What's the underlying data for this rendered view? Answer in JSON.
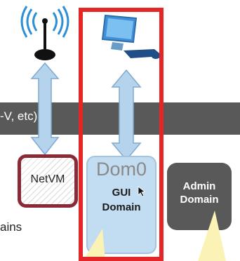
{
  "chart_data": {
    "type": "diagram",
    "nodes": [
      {
        "id": "hypervisor-bar",
        "text": "-V, etc)"
      },
      {
        "id": "netvm",
        "text": "NetVM"
      },
      {
        "id": "dom0",
        "title": "Dom0",
        "lines": [
          "GUI",
          "Domain"
        ]
      },
      {
        "id": "admin-domain",
        "lines": [
          "Admin",
          "Domain"
        ]
      },
      {
        "id": "domains-fragment",
        "text": "ains"
      }
    ],
    "icons": [
      "wifi-antenna-icon",
      "computer-icon",
      "mouse-pointer-icon"
    ],
    "edges": [
      {
        "from": "wifi-antenna-icon",
        "to": "netvm",
        "style": "double-arrow"
      },
      {
        "from": "computer-icon",
        "to": "dom0",
        "style": "double-arrow"
      }
    ],
    "highlight_color": "#e42626"
  },
  "diagram": {
    "bar_text": "-V, etc)",
    "netvm_label": "NetVM",
    "dom0_title": "Dom0",
    "dom0_line1": "GUI",
    "dom0_line2": "Domain",
    "admin_line1": "Admin",
    "admin_line2": "Domain",
    "left_fragment": "ains"
  },
  "colors": {
    "bar": "#595959",
    "netvm_border": "#8b2a36",
    "dom0_fill": "#c2dcf1",
    "arrow_fill": "#b5d3ec",
    "highlight": "#e42626",
    "callout": "#fbf3b5"
  }
}
